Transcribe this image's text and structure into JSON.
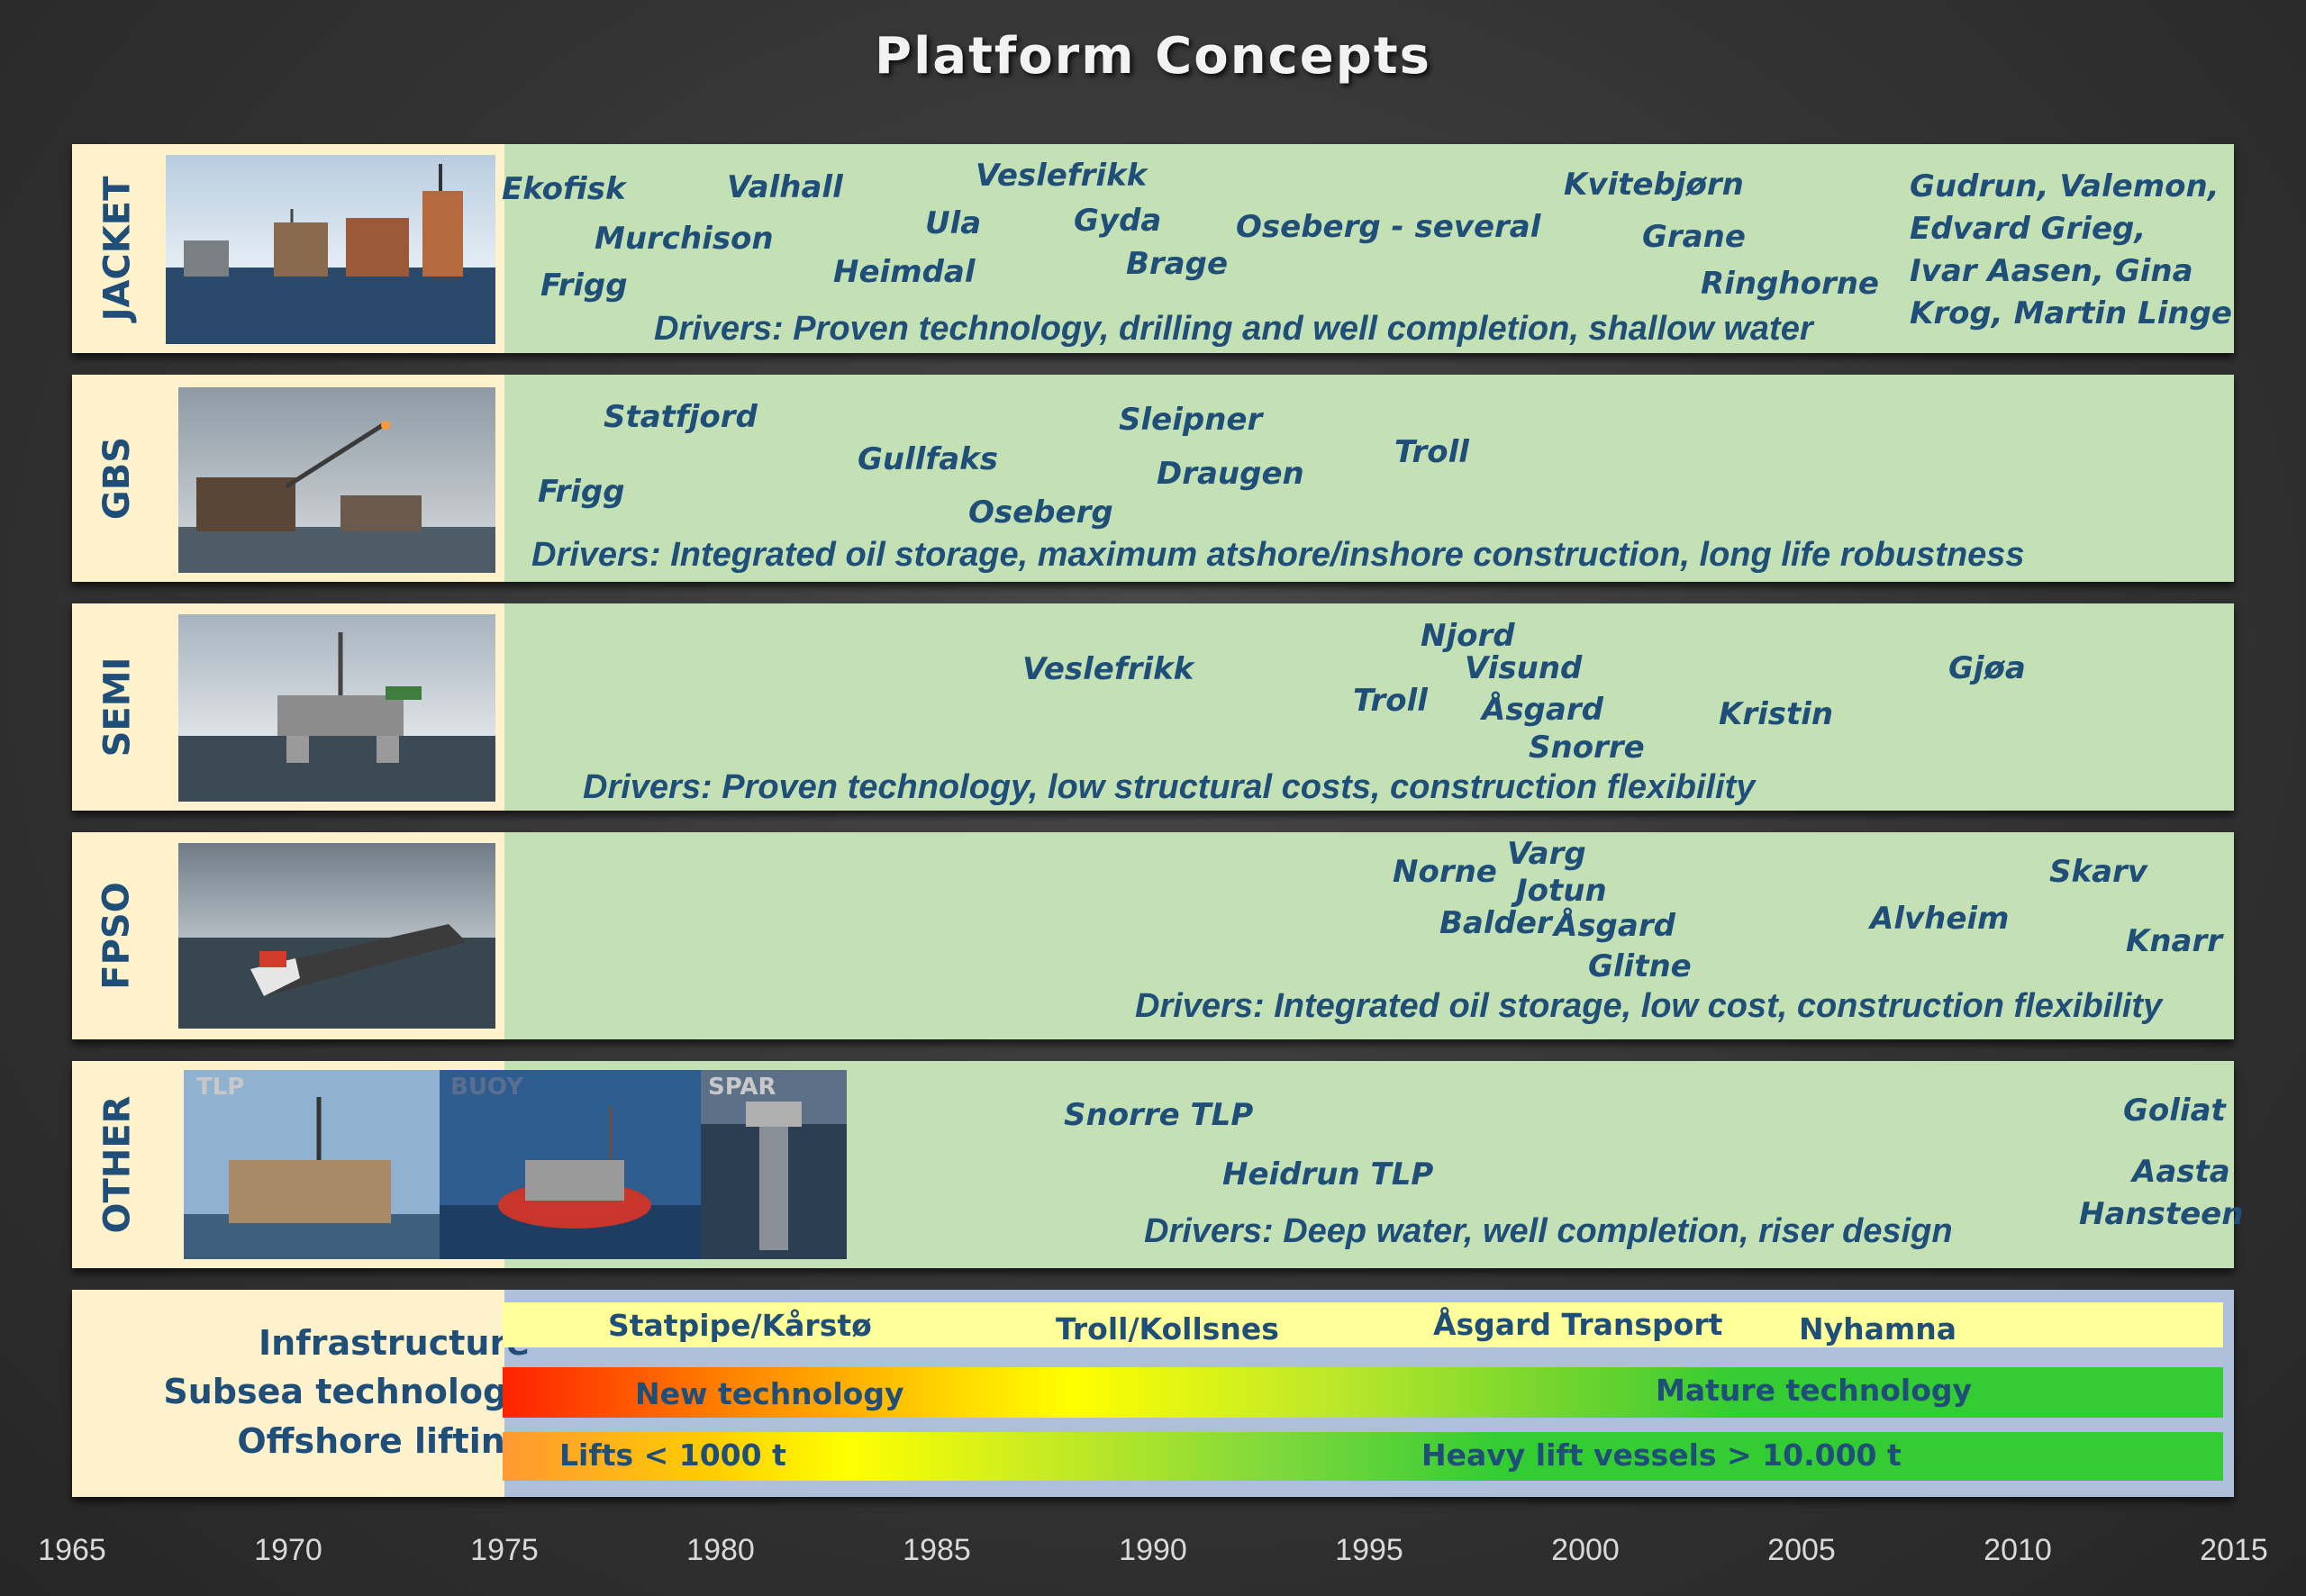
{
  "title": "Platform Concepts",
  "rows": {
    "jacket": {
      "category": "JACKET",
      "fields": [
        "Ekofisk",
        "Valhall",
        "Veslefrikk",
        "Murchison",
        "Ula",
        "Gyda",
        "Oseberg - several",
        "Kvitebjørn",
        "Heimdal",
        "Brage",
        "Grane",
        "Frigg",
        "Ringhorne",
        "Gudrun, Valemon,",
        "Edvard Grieg,",
        "Ivar Aasen, Gina",
        "Krog, Martin Linge"
      ],
      "drivers": "Drivers: Proven technology, drilling and well completion, shallow water"
    },
    "gbs": {
      "category": "GBS",
      "fields": [
        "Statfjord",
        "Sleipner",
        "Gullfaks",
        "Troll",
        "Draugen",
        "Frigg",
        "Oseberg"
      ],
      "drivers": "Drivers: Integrated oil storage, maximum atshore/inshore construction, long life robustness"
    },
    "semi": {
      "category": "SEMI",
      "fields": [
        "Njord",
        "Veslefrikk",
        "Visund",
        "Gjøa",
        "Troll",
        "Åsgard",
        "Kristin",
        "Snorre"
      ],
      "drivers": "Drivers: Proven technology, low structural costs, construction flexibility"
    },
    "fpso": {
      "category": "FPSO",
      "fields": [
        "Varg",
        "Norne",
        "Skarv",
        "Jotun",
        "Alvheim",
        "Balder",
        "Åsgard",
        "Knarr",
        "Glitne"
      ],
      "drivers": "Drivers: Integrated oil storage, low cost, construction flexibility"
    },
    "other": {
      "category": "OTHER",
      "photo_labels": [
        "TLP",
        "BUOY",
        "SPAR"
      ],
      "fields": [
        "Snorre TLP",
        "Goliat",
        "Heidrun TLP",
        "Aasta",
        "Hansteen"
      ],
      "drivers": "Drivers: Deep water, well completion, riser design"
    }
  },
  "infrastructure": {
    "labels": [
      "Infrastructure",
      "Subsea technology",
      "Offshore lifting"
    ],
    "pipelines": [
      "Statpipe/Kårstø",
      "Troll/Kollsnes",
      "Åsgard Transport",
      "Nyhamna"
    ],
    "subsea": [
      "New technology",
      "Mature technology"
    ],
    "lifting": [
      "Lifts < 1000 t",
      "Heavy lift vessels > 10.000 t"
    ]
  },
  "axis": {
    "years": [
      "1965",
      "1970",
      "1975",
      "1980",
      "1985",
      "1990",
      "1995",
      "2000",
      "2005",
      "2010",
      "2015"
    ]
  },
  "colors": {
    "cream": "#fef2cc",
    "green": "#c4e1b5",
    "text_blue": "#1f4e79",
    "pipeline_yellow": "#ffff99",
    "mature_green": "#33cc33",
    "new_red": "#ff3300"
  }
}
